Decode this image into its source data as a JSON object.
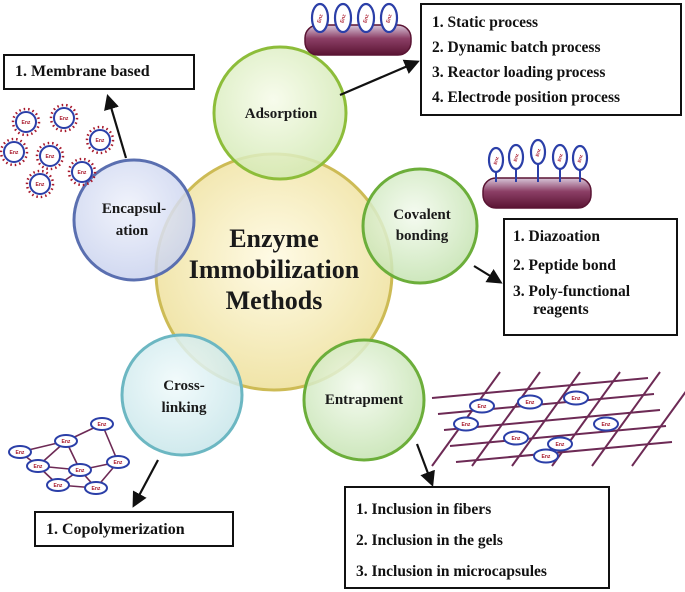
{
  "center": {
    "line1": "Enzyme",
    "line2": "Immobilization",
    "line3": "Methods"
  },
  "methods": {
    "adsorption": {
      "label": "Adsorption"
    },
    "covalent": {
      "line1": "Covalent",
      "line2": "bonding"
    },
    "entrapment": {
      "label": "Entrapment"
    },
    "crosslinking": {
      "line1": "Cross-",
      "line2": "linking"
    },
    "encapsulation": {
      "line1": "Encapsul-",
      "line2": "ation"
    }
  },
  "boxes": {
    "adsorption": [
      "1. Static process",
      "2. Dynamic batch process",
      "3. Reactor loading process",
      "4. Electrode position process"
    ],
    "covalent": [
      "1. Diazoation",
      "2. Peptide bond",
      "3. Poly-functional",
      "reagents"
    ],
    "entrapment": [
      "1. Inclusion in fibers",
      "2. Inclusion in the gels",
      "3. Inclusion in microcapsules"
    ],
    "crosslinking": [
      "1. Copolymerization"
    ],
    "encapsulation": [
      "1. Membrane based"
    ]
  },
  "enzyme_text": "Enz",
  "colors": {
    "center_fill": "#f6efc2",
    "center_stroke": "#cdbb55",
    "adsorption_stroke": "#8dbd3a",
    "covalent_stroke": "#6cae3a",
    "entrapment_stroke": "#6cae3a",
    "crosslinking_stroke": "#6cb7c2",
    "encapsulation_stroke": "#5a6fb0",
    "enzyme_blue": "#2b3fa8",
    "enzyme_red": "#a8182b",
    "support_maroon": "#6b1d3d",
    "net_purple": "#6d2a55"
  }
}
